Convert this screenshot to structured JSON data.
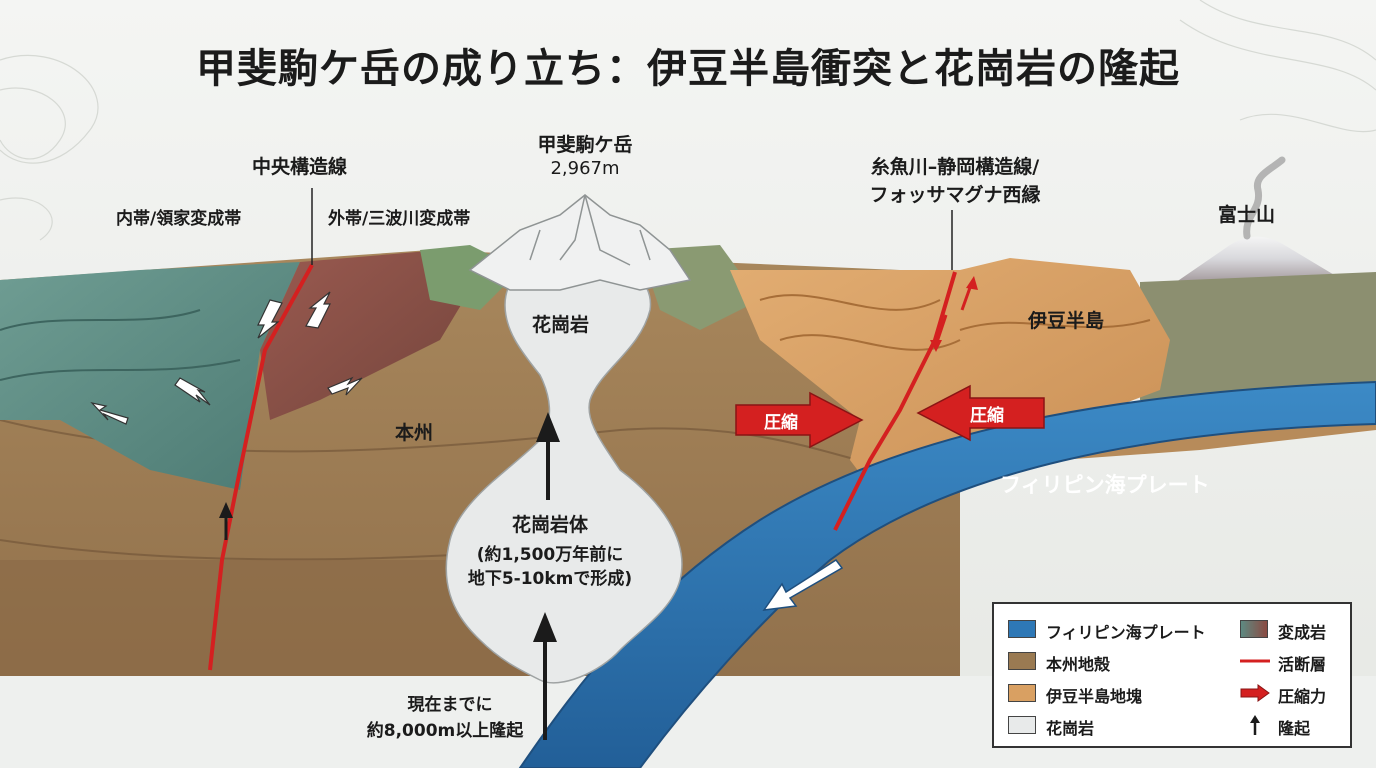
{
  "title": "甲斐駒ケ岳の成り立ち：伊豆半島衝突と花崗岩の隆起",
  "labels": {
    "mtl": "中央構造線",
    "inner_zone": "内帯/領家変成帯",
    "outer_zone": "外帯/三波川変成帯",
    "mountain_name": "甲斐駒ケ岳",
    "mountain_elev": "2,967m",
    "itoigawa_line1": "糸魚川–静岡構造線/",
    "itoigawa_line2": "フォッサマグナ西縁",
    "fuji": "富士山",
    "izu": "伊豆半島",
    "granite": "花崗岩",
    "honshu": "本州",
    "compression_left": "圧縮",
    "compression_right": "圧縮",
    "philippine_plate": "フィリピン海プレート",
    "pluton_line1": "花崗岩体",
    "pluton_line2": "(約1,500万年前に",
    "pluton_line3": "地下5-10kmで形成)",
    "uplift_line1": "現在までに",
    "uplift_line2": "約8,000m以上隆起"
  },
  "legend": {
    "items": [
      {
        "label": "フィリピン海プレート",
        "swatch": "#2e78b6"
      },
      {
        "label": "本州地殻",
        "swatch": "#9a7a52"
      },
      {
        "label": "伊豆半島地塊",
        "swatch": "#d9a062"
      },
      {
        "label": "花崗岩",
        "swatch": "#e8eaea"
      },
      {
        "label": "変成岩",
        "swatch": "#7a5a55"
      },
      {
        "label": "活断層",
        "swatch": "#d42020"
      },
      {
        "label": "圧縮力",
        "swatch": "#d42020"
      },
      {
        "label": "隆起",
        "swatch": "#1b1b1b"
      }
    ]
  },
  "colors": {
    "plate": "#2e78b6",
    "honshu_crust": "#9a7a52",
    "izu_block": "#d9a062",
    "granite": "#e8eaea",
    "metamorphic_green": "#5d8a82",
    "metamorphic_red": "#8a4a42",
    "fault": "#d42020",
    "arrow": "#d42020"
  }
}
